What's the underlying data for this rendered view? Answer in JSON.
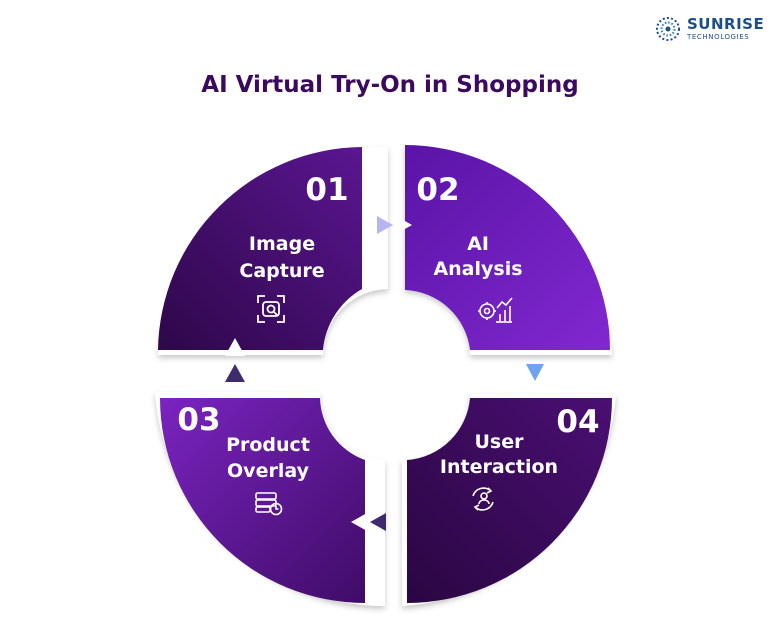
{
  "brand": {
    "name": "SUNRISE",
    "subtitle": "TECHNOLOGIES",
    "icon": "sunrise-dots-logo-icon",
    "color": "#1b4f8c"
  },
  "title": "AI Virtual Try-On in Shopping",
  "colors": {
    "title": "#3b0a5e",
    "deep": "#3a0a5a",
    "bright": "#7222c2",
    "arrow_light": "#b7b5f0",
    "arrow_blue": "#6ea3ef",
    "arrow_dark": "#3f2a6e"
  },
  "steps": [
    {
      "number": "01",
      "label_lines": [
        "Image",
        "Capture"
      ],
      "icon": "image-scan-icon"
    },
    {
      "number": "02",
      "label_lines": [
        "AI",
        "Analysis"
      ],
      "icon": "ai-analytics-icon"
    },
    {
      "number": "04",
      "label_lines": [
        "User",
        "Interaction"
      ],
      "icon": "user-interaction-icon"
    },
    {
      "number": "03",
      "label_lines": [
        "Product",
        "Overlay"
      ],
      "icon": "product-overlay-icon"
    }
  ]
}
